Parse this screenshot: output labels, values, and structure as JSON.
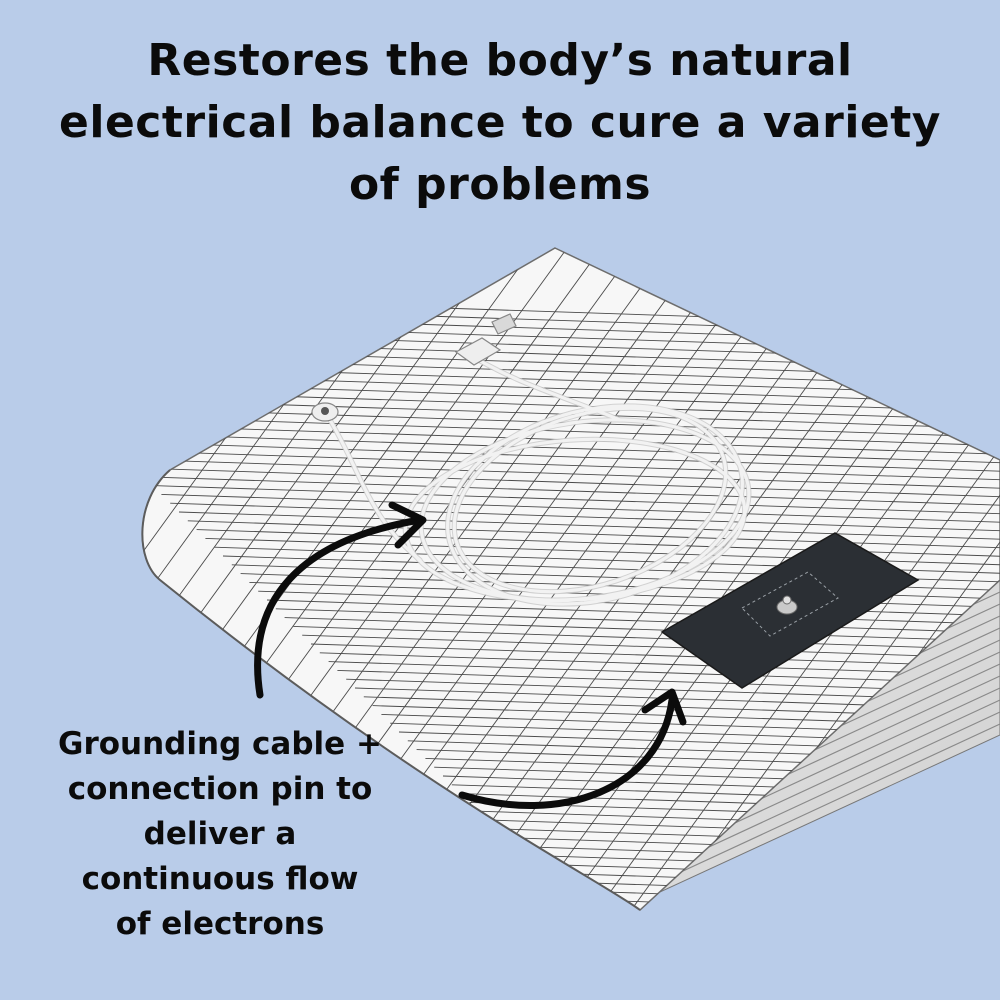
{
  "headline": "Restores the body’s natural electrical balance to cure a variety of problems",
  "caption_lines": [
    "Grounding cable +",
    "connection pin to",
    "deliver a",
    "continuous flow",
    "of electrons"
  ],
  "colors": {
    "background": "#b9cce9",
    "text": "#0b0b0b",
    "mat": "#f7f7f7",
    "grid": "#4a4a4a",
    "patch": "#2b2f34",
    "cable": "#f2f2f2"
  },
  "icons": [
    "arrow-icon",
    "arrow-icon",
    "snap-pin-icon"
  ]
}
